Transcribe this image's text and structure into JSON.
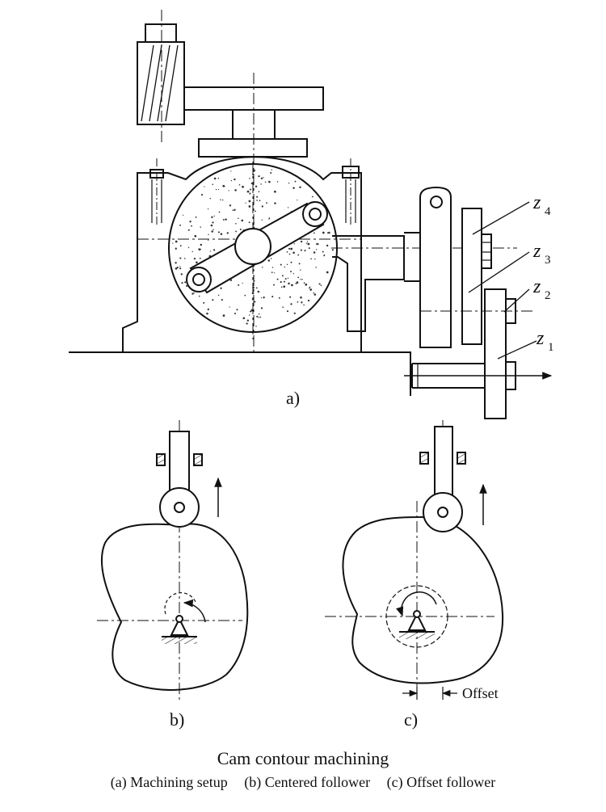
{
  "panel_labels": {
    "a": "a)",
    "b": "b)",
    "c": "c)"
  },
  "gear_labels": [
    {
      "letter": "z",
      "sub": "4"
    },
    {
      "letter": "z",
      "sub": "3"
    },
    {
      "letter": "z",
      "sub": "2"
    },
    {
      "letter": "z",
      "sub": "1"
    }
  ],
  "offset_label": "Offset",
  "caption": {
    "title": "Cam contour machining",
    "items": [
      "(a) Machining setup",
      "(b) Centered follower",
      "(c) Offset follower"
    ]
  }
}
